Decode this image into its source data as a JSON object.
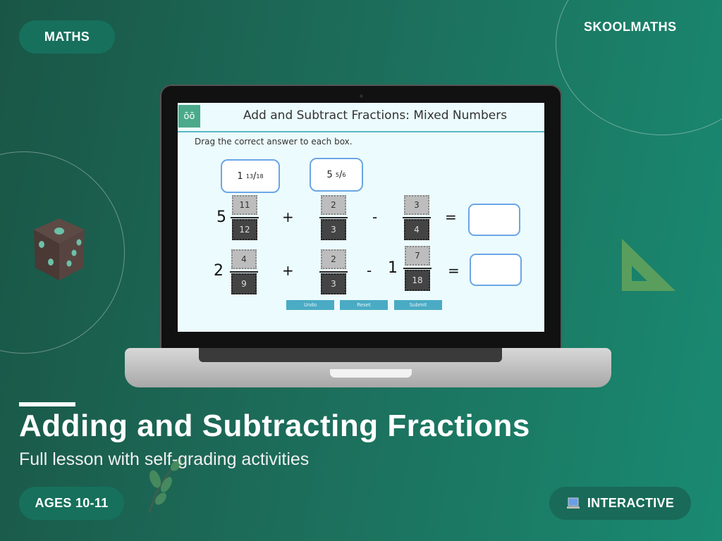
{
  "badges": {
    "subject": "MATHS",
    "brand": "SKOOLMATHS",
    "ages": "AGES 10-11",
    "format": "INTERACTIVE",
    "format_icon": "laptop-icon"
  },
  "activity": {
    "logo_glyph": "ōō",
    "title": "Add and Subtract Fractions: Mixed Numbers",
    "instruction": "Drag the correct answer to each box.",
    "answer_options": [
      {
        "whole": "1",
        "num": "13",
        "den": "18"
      },
      {
        "whole": "5",
        "num": "5",
        "den": "6"
      }
    ],
    "equations": [
      {
        "terms": [
          {
            "whole": "5",
            "num": "11",
            "den": "12"
          },
          {
            "op": "+",
            "whole": "",
            "num": "2",
            "den": "3"
          },
          {
            "op": "-",
            "whole": "",
            "num": "3",
            "den": "4"
          }
        ],
        "equals": "="
      },
      {
        "terms": [
          {
            "whole": "2",
            "num": "4",
            "den": "9"
          },
          {
            "op": "+",
            "whole": "",
            "num": "2",
            "den": "3"
          },
          {
            "op": "-",
            "whole": "1",
            "num": "7",
            "den": "18"
          }
        ],
        "equals": "="
      }
    ],
    "buttons": {
      "undo": "Undo",
      "reset": "Reset",
      "submit": "Submit"
    }
  },
  "hero": {
    "title": "Adding and Subtracting Fractions",
    "subtitle": "Full lesson with self-grading activities"
  },
  "colors": {
    "bg_dark": "#1a5646",
    "bg_light": "#1a8a72",
    "pill": "#16705c",
    "screen_bg": "#ecfbfd",
    "accent_blue": "#6aa6e6",
    "button_teal": "#4aabc4"
  }
}
